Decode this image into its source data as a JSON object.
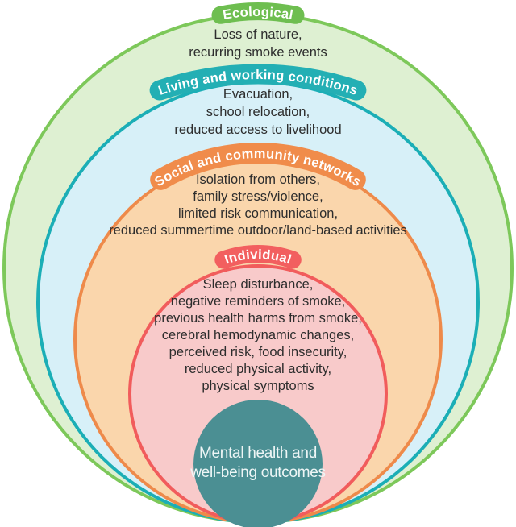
{
  "figure": {
    "background": "#ffffff",
    "body_text_color": "#2d2d2d",
    "rings": [
      {
        "label": "Ecological",
        "label_bg": "#6ebe50",
        "label_text_color": "#ffffff",
        "border": "#7dc85a",
        "fill": "#def0d2",
        "lines": [
          "Loss of nature,",
          "recurring smoke events"
        ]
      },
      {
        "label": "Living and working conditions",
        "label_bg": "#23afb4",
        "label_text_color": "#ffffff",
        "border": "#1baeb6",
        "fill": "#d7f0f8",
        "lines": [
          "Evacuation,",
          "school relocation,",
          "reduced access to livelihood"
        ]
      },
      {
        "label": "Social and community networks",
        "label_bg": "#f08c4b",
        "label_text_color": "#ffffff",
        "border": "#ee8a4a",
        "fill": "#fad6ac",
        "lines": [
          "Isolation from others,",
          "family stress/violence,",
          "limited risk communication,",
          "reduced summertime outdoor/land-based activities"
        ]
      },
      {
        "label": "Individual",
        "label_bg": "#f25f5f",
        "label_text_color": "#ffffff",
        "border": "#f15c5c",
        "fill": "#f8caca",
        "lines": [
          "Sleep disturbance,",
          "negative reminders of smoke,",
          "previous health harms from smoke,",
          "cerebral hemodynamic changes,",
          "perceived risk, food insecurity,",
          "reduced physical activity,",
          "physical symptoms"
        ]
      }
    ],
    "center": {
      "fill": "#4b8f93",
      "text_color": "#eef6f6",
      "lines": [
        "Mental health and",
        "well-being outcomes"
      ]
    }
  }
}
